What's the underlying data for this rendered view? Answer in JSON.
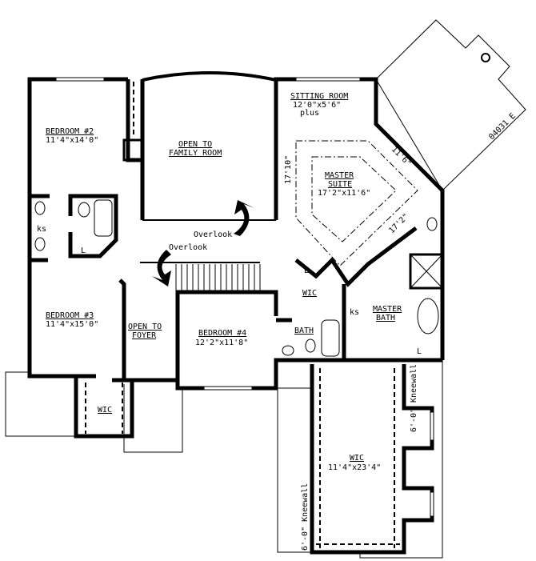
{
  "rooms": {
    "bedroom2": {
      "name": "BEDROOM #2",
      "size": "11'4\"x14'0\""
    },
    "family": {
      "line1": "OPEN TO",
      "line2": "FAMILY ROOM"
    },
    "sitting": {
      "name": "SITTING ROOM",
      "size": "12'0\"x5'6\"",
      "extra": "plus"
    },
    "master_suite": {
      "line1": "MASTER",
      "line2": "SUITE",
      "size": "17'2\"x11'6\""
    },
    "bedroom3": {
      "name": "BEDROOM #3",
      "size": "11'4\"x15'0\""
    },
    "foyer": {
      "line1": "OPEN TO",
      "line2": "FOYER"
    },
    "bedroom4": {
      "name": "BEDROOM #4",
      "size": "12'2\"x11'8\""
    },
    "wic_small": {
      "name": "WIC"
    },
    "wic_master": {
      "name": "WIC"
    },
    "bath": {
      "name": "BATH"
    },
    "master_bath": {
      "line1": "MASTER",
      "line2": "BATH"
    },
    "wic_large": {
      "name": "WIC",
      "size": "11'4\"x23'4\""
    },
    "wic_bed3": {
      "name": "WIC"
    }
  },
  "annotations": {
    "overlook1": "Overlook",
    "overlook2": "Overlook",
    "dim_17_10": "17'10\"",
    "dim_11_6": "11'6\"",
    "dim_17_2": "17'2\"",
    "kneewall_right": "Kneewall",
    "kneewall_right_height": "6'-0\"",
    "kneewall_left": "6'-0\" Kneewall",
    "plan_id": "04031 E",
    "ks1": "ks",
    "ks2": "ks",
    "laundry1": "L",
    "laundry2": "L",
    "laundry3": "L"
  }
}
